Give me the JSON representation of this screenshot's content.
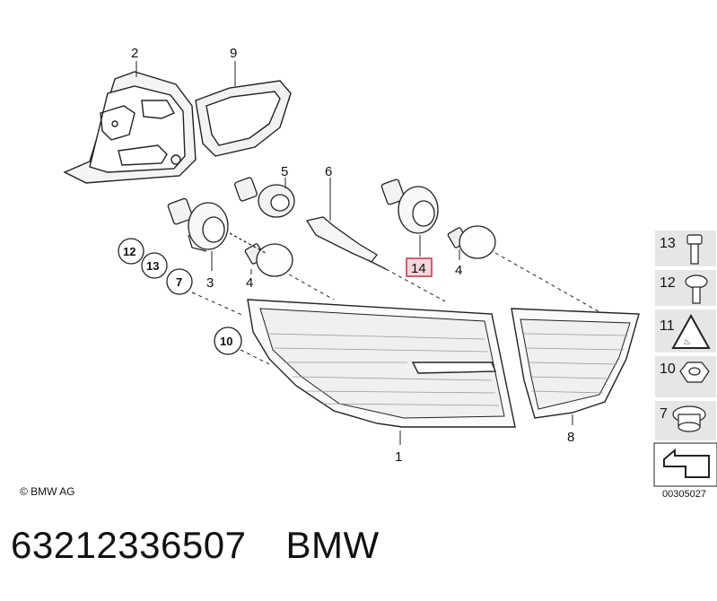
{
  "callouts": {
    "c1": "1",
    "c2": "2",
    "c3": "3",
    "c4a": "4",
    "c4b": "4",
    "c5": "5",
    "c6": "6",
    "c8": "8",
    "c9": "9",
    "c14": "14"
  },
  "circled_callouts": {
    "c12": "12",
    "c13": "13",
    "c7": "7",
    "c10": "10"
  },
  "legend": {
    "items": [
      "13",
      "12",
      "11",
      "10",
      "7"
    ],
    "ref_number": "00305027"
  },
  "copyright": "© BMW AG",
  "footer": {
    "part_number": "63212336507",
    "brand": "BMW"
  },
  "colors": {
    "highlight": "#d63a4a",
    "highlight_fill": "#f3d6da",
    "line": "#222222",
    "legend_bg": "#e6e6e6"
  }
}
